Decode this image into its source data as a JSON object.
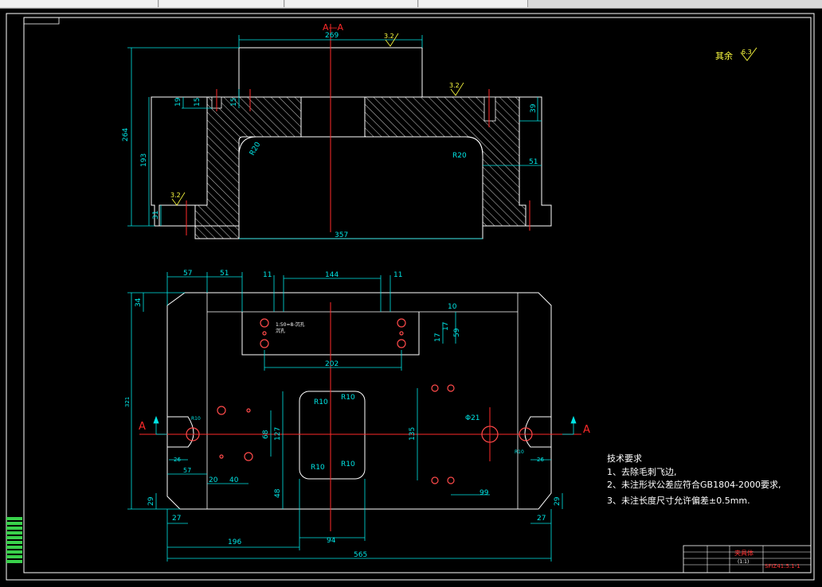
{
  "window": {
    "tabs": [
      "",
      "",
      "",
      "",
      ""
    ]
  },
  "drawing": {
    "section_title": "A—A",
    "section_mark_left": "A",
    "section_mark_right": "A",
    "roughness_other": "其余",
    "roughness_other_value": "6.3",
    "roughness_marks": [
      "3.2",
      "3.2",
      "3.2"
    ],
    "top_view": {
      "dim_269": "269",
      "dim_264": "264",
      "dim_193": "193",
      "dim_19": "19",
      "dim_15": "15",
      "dim_15b": "15",
      "dim_39": "39",
      "dim_51": "51",
      "dim_357": "357",
      "r_left": "R20",
      "r_right": "R20",
      "dim_31": "31"
    },
    "plan_view": {
      "dim_57_top": "57",
      "dim_51_top": "51",
      "dim_11_left": "11",
      "dim_144": "144",
      "dim_11_right": "11",
      "dim_34": "34",
      "dim_10": "10",
      "dim_17a": "17",
      "dim_17b": "17",
      "dim_59": "59",
      "dim_202": "202",
      "note_small": "1:50=8-沉孔",
      "note_small2": "沉孔",
      "dim_321": "321",
      "r10_tl": "R10",
      "r10_tr": "R10",
      "r10_bl": "R10",
      "r10_br": "R10",
      "dim_68": "68",
      "dim_127": "127",
      "dim_135": "135",
      "phi_21": "Φ21",
      "dim_57_b": "57",
      "dim_26_l": "26",
      "dim_26_r": "26",
      "dim_20": "20",
      "dim_40": "40",
      "dim_48": "48",
      "dim_99": "99",
      "dim_29_l": "29",
      "dim_29_r": "29",
      "dim_27_l": "27",
      "dim_27_r": "27",
      "dim_196": "196",
      "dim_94": "94",
      "dim_565": "565",
      "r_small_l": "R10",
      "r_small_r": "R10"
    },
    "tech_requirements": {
      "title": "技术要求",
      "items": [
        "1、去除毛刺飞边,",
        "2、未注形状公差应符合GB1804-2000要求,",
        "3、未注长度尺寸允许偏差±0.5mm."
      ]
    },
    "title_block": {
      "name": "夹具体",
      "drawing_no": "SFIZ41.5.1-1",
      "scale": "(1:1)"
    },
    "colors": {
      "outline": "#ffffff",
      "dimension": "#00e5e5",
      "centerline": "#ff2a2a",
      "hatch": "#ffffff",
      "text_yellow": "#ffff40",
      "title_red": "#ff3333"
    }
  }
}
